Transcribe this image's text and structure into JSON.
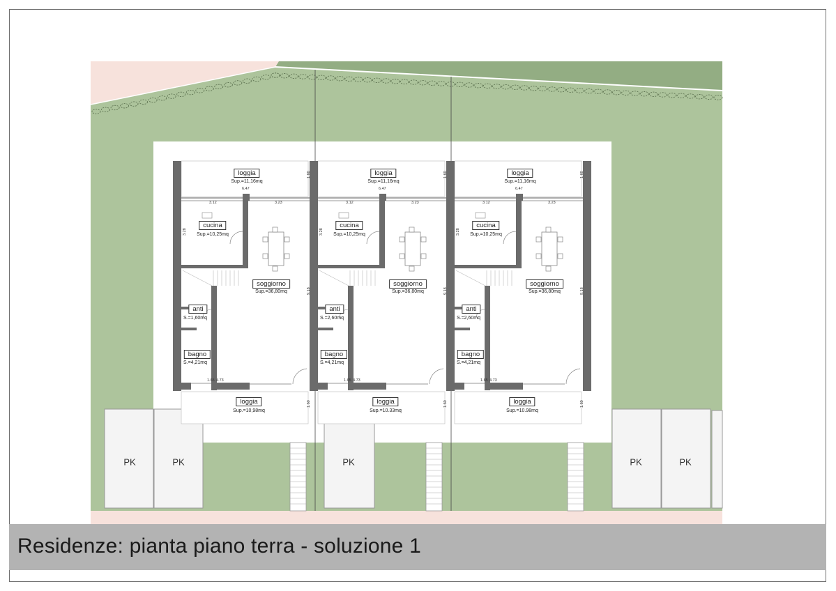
{
  "title": "Residenze: pianta piano terra - soluzione 1",
  "colors": {
    "lawn": "#adc49c",
    "lawn_dark": "#93ad83",
    "pink": "#f7e2dc",
    "hedge": "#5f7452",
    "wall": "#6b6b6b",
    "pavement": "#ffffff"
  },
  "units": [
    {
      "loggia_top": {
        "label": "loggia",
        "area": "Sup.=11,16mq"
      },
      "cucina": {
        "label": "cucina",
        "area": "Sup.=10,25mq"
      },
      "soggiorno": {
        "label": "soggiorno",
        "area": "Sup.=36,80mq"
      },
      "anti": {
        "label": "anti",
        "area": "S.=1,60mq"
      },
      "bagno": {
        "label": "bagno",
        "area": "S.=4,21mq"
      },
      "loggia_bottom": {
        "label": "loggia",
        "area": "Sup.=10,98mq"
      }
    },
    {
      "loggia_top": {
        "label": "loggia",
        "area": "Sup.=11,16mq"
      },
      "cucina": {
        "label": "cucina",
        "area": "Sup.=10,25mq"
      },
      "soggiorno": {
        "label": "soggiorno",
        "area": "Sup.=36,80mq"
      },
      "anti": {
        "label": "anti",
        "area": "S.=2,60mq"
      },
      "bagno": {
        "label": "bagno",
        "area": "S.=4,21mq"
      },
      "loggia_bottom": {
        "label": "loggia",
        "area": "Sup.=10.33mq"
      }
    },
    {
      "loggia_top": {
        "label": "loggia",
        "area": "Sup.=11,16mq"
      },
      "cucina": {
        "label": "cucina",
        "area": "Sup.=10,25mq"
      },
      "soggiorno": {
        "label": "soggiorno",
        "area": "Sup.=36,80mq"
      },
      "anti": {
        "label": "anti",
        "area": "S.=2,60mq"
      },
      "bagno": {
        "label": "bagno",
        "area": "S.=4,21mq"
      },
      "loggia_bottom": {
        "label": "loggia",
        "area": "Sup.=10.98mq"
      }
    }
  ],
  "dimensions": {
    "loggia_depth": "1.60",
    "loggia_width": "6.47",
    "cucina_width": "3.12",
    "soggiorno_width": "3.23",
    "cucina_depth": "3.28",
    "house_depth": "9.18",
    "bagno_width": "1.65",
    "hall_width": "4.73"
  },
  "parking": [
    "PK",
    "PK",
    "PK",
    "PK",
    "PK"
  ]
}
